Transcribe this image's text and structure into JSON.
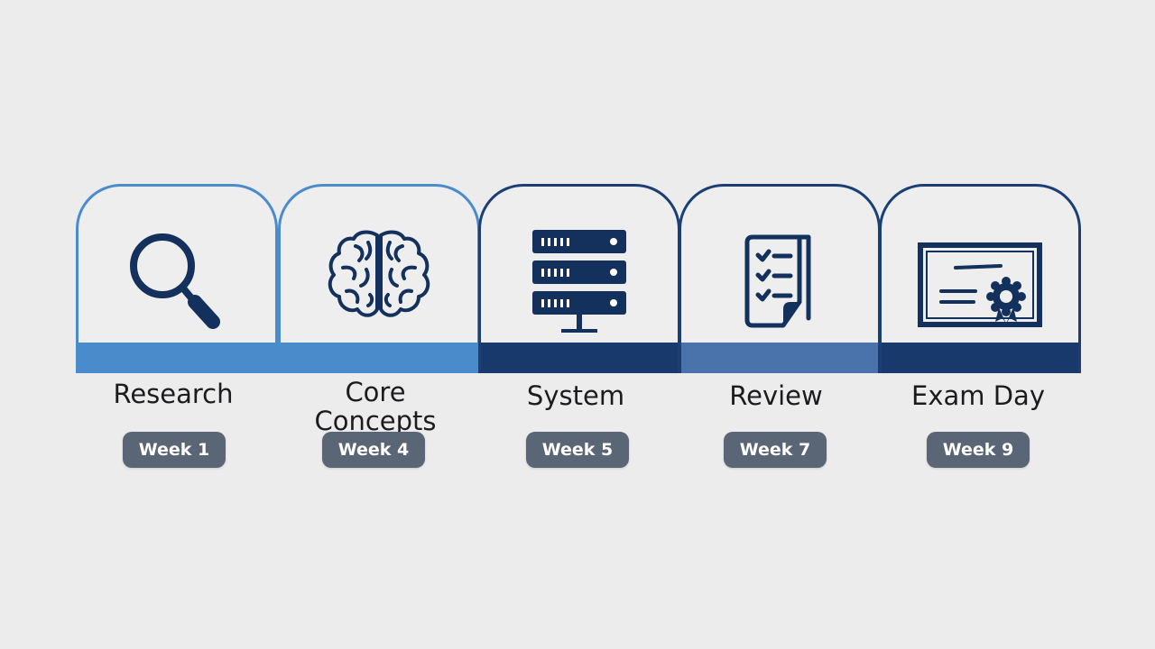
{
  "colors": {
    "background": "#ececed",
    "light_blue": "#4a8ccb",
    "mid_blue": "#4a72ab",
    "navy": "#17396b",
    "icon_navy": "#13315c",
    "pill_gray": "#5a6575"
  },
  "steps": [
    {
      "label": "Research",
      "week": "Week 1",
      "icon": "magnifying-glass-icon"
    },
    {
      "label": "Core\nConcepts",
      "week": "Week 4",
      "icon": "brain-icon"
    },
    {
      "label": "System",
      "week": "Week 5",
      "icon": "server-stack-icon"
    },
    {
      "label": "Review",
      "week": "Week 7",
      "icon": "checklist-document-icon"
    },
    {
      "label": "Exam Day",
      "week": "Week 9",
      "icon": "certificate-icon"
    }
  ]
}
